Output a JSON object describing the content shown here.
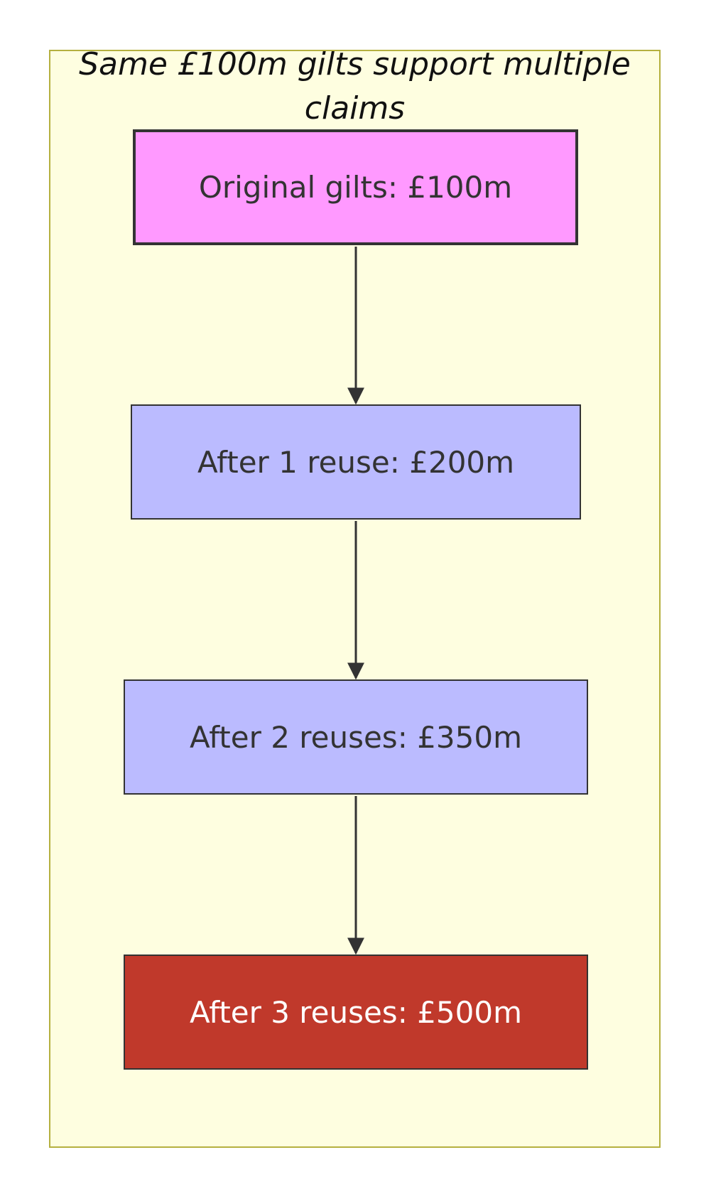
{
  "cluster": {
    "title": "Same £100m gilts support multiple claims"
  },
  "nodes": [
    {
      "id": "original",
      "label": "Original gilts: £100m",
      "fill": "#ff99ff"
    },
    {
      "id": "reuse1",
      "label": "After 1 reuse: £200m",
      "fill": "#bbbbff"
    },
    {
      "id": "reuse2",
      "label": "After 2 reuses: £350m",
      "fill": "#bbbbff"
    },
    {
      "id": "reuse3",
      "label": "After 3 reuses: £500m",
      "fill": "#c0392b"
    }
  ],
  "edges": [
    {
      "from": "original",
      "to": "reuse1"
    },
    {
      "from": "reuse1",
      "to": "reuse2"
    },
    {
      "from": "reuse2",
      "to": "reuse3"
    }
  ],
  "colors": {
    "cluster_fill": "#fefee0",
    "cluster_border": "#b5b03f",
    "edge": "#333333"
  }
}
